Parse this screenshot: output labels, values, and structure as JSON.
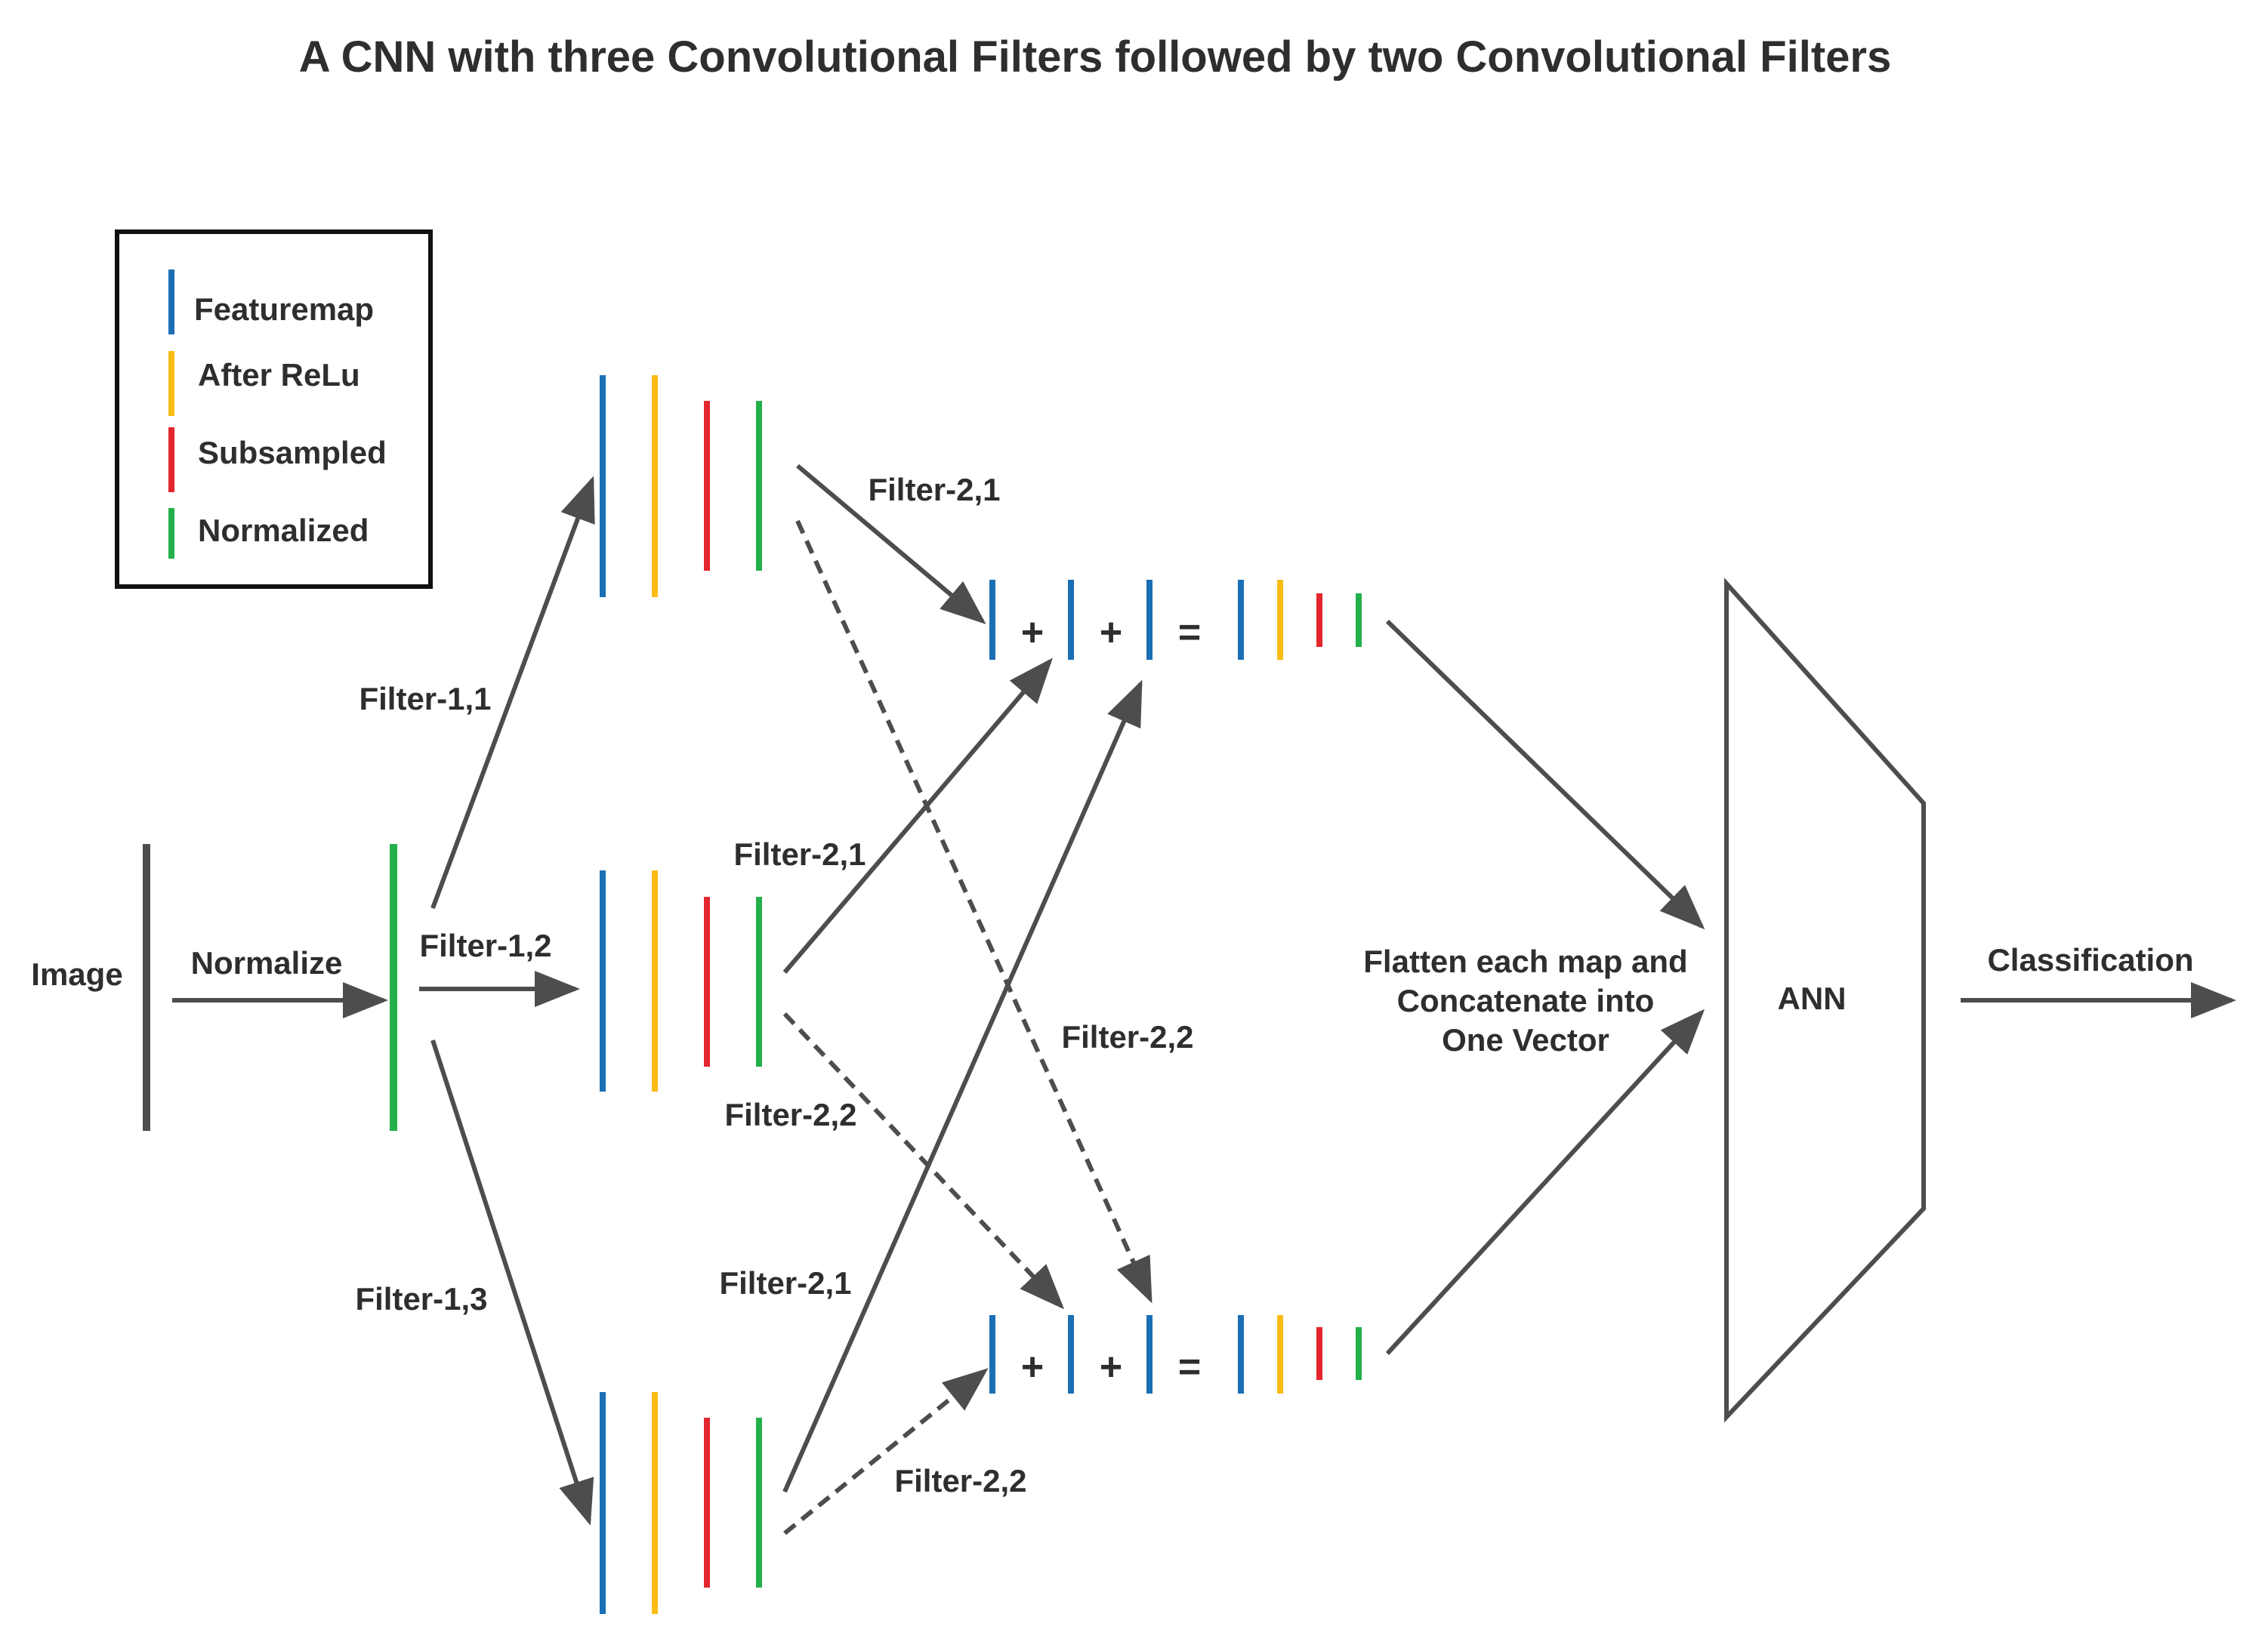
{
  "title": "A CNN with three Convolutional Filters followed by two Convolutional Filters",
  "colors": {
    "featuremap": "#1a6fb5",
    "relu": "#fbbc16",
    "subsampled": "#e3262d",
    "normalized": "#23b04b",
    "arrow": "#4d4d4d",
    "text": "#2e2e2e"
  },
  "legend": {
    "featuremap": "Featuremap",
    "relu": "After ReLu",
    "subsampled": "Subsampled",
    "normalized": "Normalized"
  },
  "labels": {
    "image": "Image",
    "normalize": "Normalize",
    "filter_1_1": "Filter-1,1",
    "filter_1_2": "Filter-1,2",
    "filter_1_3": "Filter-1,3",
    "filter_2_1_top": "Filter-2,1",
    "filter_2_1_mid": "Filter-2,1",
    "filter_2_1_bot": "Filter-2,1",
    "filter_2_2_top": "Filter-2,2",
    "filter_2_2_mid": "Filter-2,2",
    "filter_2_2_bot": "Filter-2,2",
    "plus": "+",
    "equals": "=",
    "flatten_line1": "Flatten each map and",
    "flatten_line2": "Concatenate into",
    "flatten_line3": "One Vector",
    "ann": "ANN",
    "classification": "Classification"
  }
}
